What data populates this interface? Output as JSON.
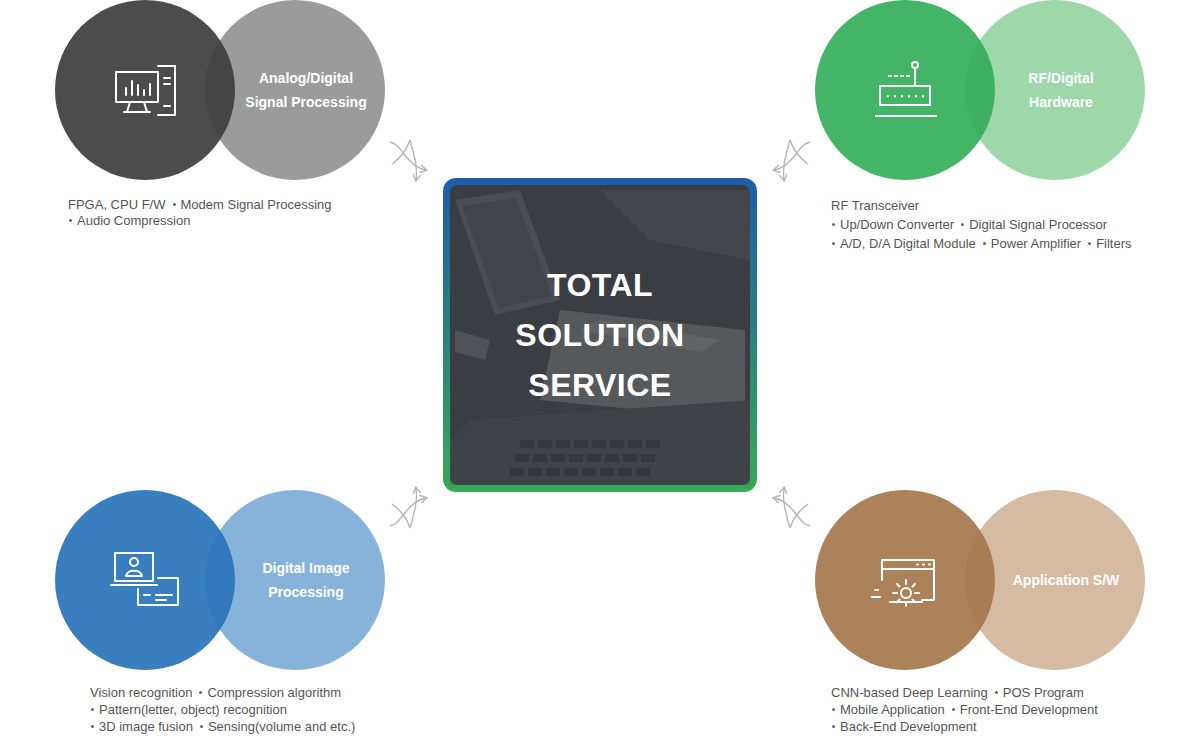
{
  "diagram": {
    "nodes": [
      {
        "text": [
          "Analog/Digital Signal Processing"
        ]
      },
      {
        "text": [
          "RF/Digital Hardware"
        ]
      },
      {
        "text": [
          "TOTAL SOLUTION SERVICE"
        ]
      },
      {
        "text": [
          "Digital Image Processing"
        ]
      },
      {
        "text": [
          "Application S/W"
        ]
      }
    ],
    "labels": [
      "FPGA, CPU F/W",
      "Modem Signal Processing",
      "Audio Compression",
      "RF Transceiver",
      "Up/Down Converter",
      "Digital Signal Processor",
      "A/D, D/A Digital Module",
      "Power Amplifier",
      "Filters",
      "Vision recognition",
      "Compression algorithm",
      "Pattern(letter, object) recognition",
      "3D image fusion",
      "Sensing(volume and etc.)",
      "CNN-based Deep Learning",
      "POS Program",
      "Mobile Application",
      "Front-End Development",
      "Back-End Development"
    ]
  }
}
